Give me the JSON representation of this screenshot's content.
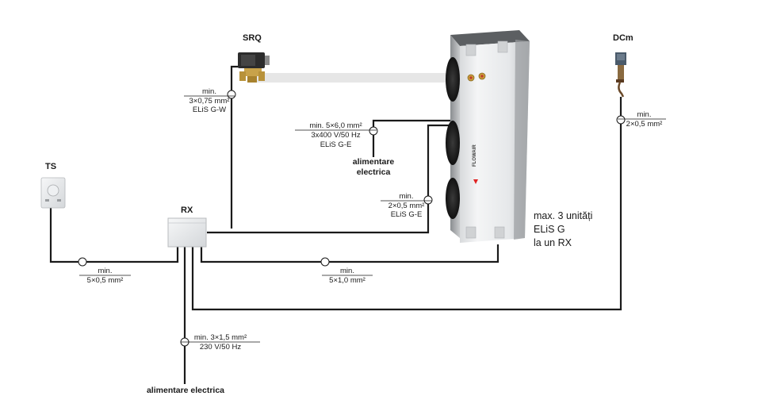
{
  "devices": {
    "srq": "SRQ",
    "dcm": "DCm",
    "ts": "TS",
    "rx": "RX"
  },
  "unit_brand": "FLOWAIR",
  "cables": {
    "srq": {
      "line1": "min.",
      "line2": "3×0,75 mm²",
      "line3": "ELiS G-W"
    },
    "power_unit": {
      "line1": "min. 5×6,0 mm²",
      "line2": "3x400 V/50 Hz",
      "line3": "ELiS G-E"
    },
    "power_unit_label": {
      "line1": "alimentare",
      "line2": "electrica"
    },
    "rx_unit": {
      "line1": "min.",
      "line2": "2×0,5 mm²",
      "line3": "ELiS G-E"
    },
    "dcm": {
      "line1": "min.",
      "line2": "2×0,5 mm²"
    },
    "ts": {
      "line1": "min.",
      "line2": "5×0,5 mm²"
    },
    "rx_unit_bottom": {
      "line1": "min.",
      "line2": "5×1,0 mm²"
    },
    "rx_power": {
      "line1": "min. 3×1,5 mm²",
      "line2": "230 V/50 Hz"
    },
    "rx_power_label": "alimentare electrica"
  },
  "note": {
    "line1": "max. 3 unități",
    "line2": "ELiS G",
    "line3": "la un RX"
  }
}
